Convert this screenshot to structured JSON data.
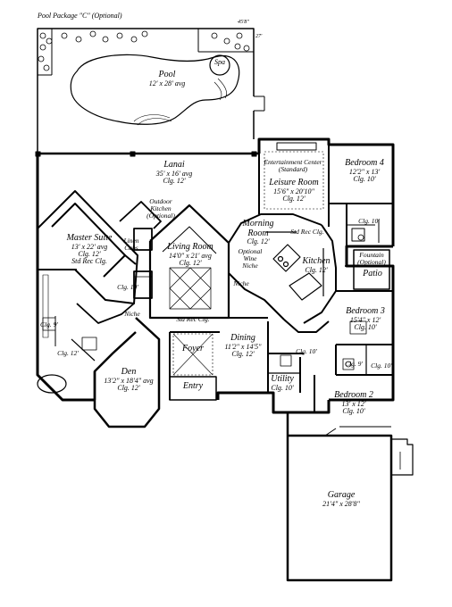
{
  "header": {
    "pool_package": "Pool Package \"C\" (Optional)",
    "overall_width": "45'8\"",
    "side_dim": "27'"
  },
  "rooms": {
    "pool": {
      "name": "Pool",
      "dim": "12' x 28' avg"
    },
    "spa": {
      "name": "Spa"
    },
    "lanai": {
      "name": "Lanai",
      "dim": "35' x 16' avg",
      "clg": "Clg. 12'"
    },
    "outdoor_kitchen": {
      "name": "Outdoor Kitchen (Optional)"
    },
    "master_suite": {
      "name": "Master Suite",
      "dim": "13' x 22' avg",
      "clg": "Clg. 12'",
      "extra": "Std Rec Clg."
    },
    "linen": {
      "name": "Linen Cabs"
    },
    "living_room": {
      "name": "Living Room",
      "dim": "14'0\" x 21' avg",
      "clg": "Clg. 12'",
      "extra": "Std Rec Clg."
    },
    "morning_room": {
      "name": "Morning Room",
      "clg": "Clg. 12'"
    },
    "wine_niche": {
      "name": "Optional Wine Niche"
    },
    "niche_kitchen": {
      "name": "Niche"
    },
    "kitchen": {
      "name": "Kitchen",
      "clg": "Clg. 12'"
    },
    "leisure_room": {
      "name": "Leisure Room",
      "dim": "15'6\" x 20'10\"",
      "clg": "Clg. 12'",
      "extra": "Std Rec Clg."
    },
    "entertainment": {
      "name": "Entertainment Center (Standard)"
    },
    "bedroom4": {
      "name": "Bedroom 4",
      "dim": "12'2\" x 13'",
      "clg": "Clg. 10'"
    },
    "bath_b4": {
      "clg": "Clg. 10'"
    },
    "fountain": {
      "name": "Fountain (Optional)"
    },
    "patio": {
      "name": "Patio"
    },
    "bedroom3": {
      "name": "Bedroom 3",
      "dim": "15'4\" x 12'",
      "clg": "Clg. 10'"
    },
    "bath_b3a": {
      "clg": "Clg. 9'"
    },
    "bath_b3b": {
      "clg": "Clg. 10'"
    },
    "bedroom2": {
      "name": "Bedroom 2",
      "dim": "13' x 12'",
      "clg": "Clg. 10'"
    },
    "hall_clg": {
      "clg": "Clg. 10'"
    },
    "utility": {
      "name": "Utility",
      "clg": "Clg. 10'"
    },
    "dining": {
      "name": "Dining",
      "dim": "11'2\" x 14'5\"",
      "clg": "Clg. 12'"
    },
    "foyer": {
      "name": "Foyer"
    },
    "entry": {
      "name": "Entry"
    },
    "den": {
      "name": "Den",
      "dim": "13'2\" x 18'4\" avg",
      "clg": "Clg. 12'"
    },
    "niche_den": {
      "name": "Niche"
    },
    "master_bath_a": {
      "clg": "Clg. 10'"
    },
    "master_bath_b": {
      "clg": "Clg. 9'"
    },
    "master_bath_c": {
      "clg": "Clg. 12'"
    },
    "garage": {
      "name": "Garage",
      "dim": "21'4\" x 28'8\""
    }
  }
}
